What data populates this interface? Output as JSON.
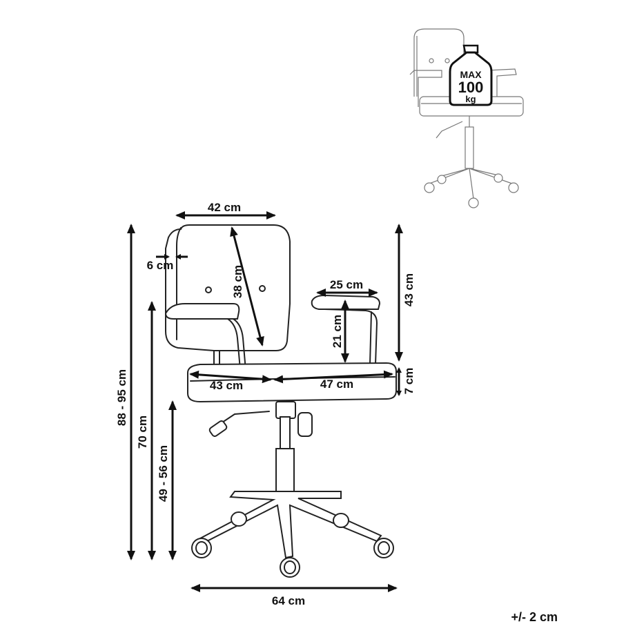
{
  "dimensions": {
    "backrest_width": "42 cm",
    "backrest_thickness": "6 cm",
    "backrest_height": "38 cm",
    "armrest_length": "25 cm",
    "armrest_height": "21 cm",
    "back_height": "43 cm",
    "seat_thickness": "7 cm",
    "seat_width": "43 cm",
    "seat_depth": "47 cm",
    "total_height": "88 - 95 cm",
    "armrest_floor_height": "70 cm",
    "seat_height": "49 - 56 cm",
    "base_width": "64 cm"
  },
  "max_load": {
    "line1": "MAX",
    "line2": "100",
    "line3": "kg"
  },
  "tolerance": "+/- 2 cm"
}
